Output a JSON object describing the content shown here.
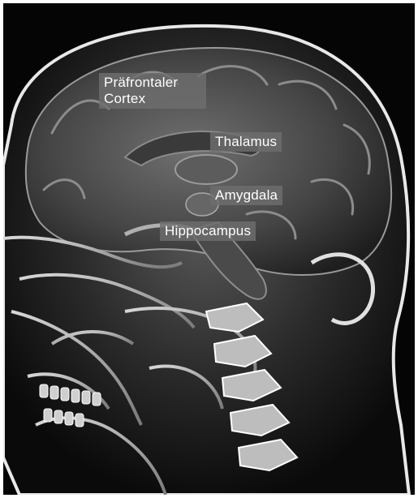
{
  "labels": {
    "prefrontal_cortex": "Präfrontaler\nCortex",
    "thalamus": "Thalamus",
    "amygdala": "Amygdala",
    "hippocampus": "Hippocampus"
  },
  "colors": {
    "background": "#050505",
    "label_fill": "#6e6e6e",
    "label_text": "#ffffff"
  }
}
